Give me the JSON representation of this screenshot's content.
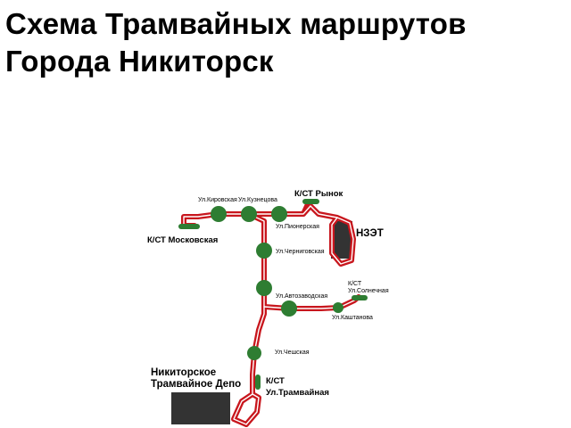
{
  "title": {
    "line1": "Схема Трамвайных маршрутов",
    "line2": "Города Никиторск"
  },
  "stations": {
    "kirovskaya": "Ул.Кировская",
    "kuznetsova": "Ул.Кузнецова",
    "pionerskaya": "Ул.Пионерская",
    "chernigovskaya": "Ул.Черниговская",
    "avtozavodskaya": "Ул.Автозаводская",
    "kashtanova": "Ул.Каштанова",
    "cheshskaya": "Ул.Чешская"
  },
  "terminals": {
    "rynok": "К/СТ Рынок",
    "moskovskaya": "К/СТ Московская",
    "solnechnaya_line1": "К/СТ",
    "solnechnaya_line2": "Ул.Солнечная",
    "tramvaynaya_line1": "К/СТ",
    "tramvaynaya_line2": "Ул.Трамвайная"
  },
  "facilities": {
    "nzet": "НЗЭТ",
    "depot_line1": "Никиторское",
    "depot_line2": "Трамвайное Депо"
  },
  "colors": {
    "track": "#c8161d",
    "stop": "#2e7d32",
    "building": "#333333"
  }
}
